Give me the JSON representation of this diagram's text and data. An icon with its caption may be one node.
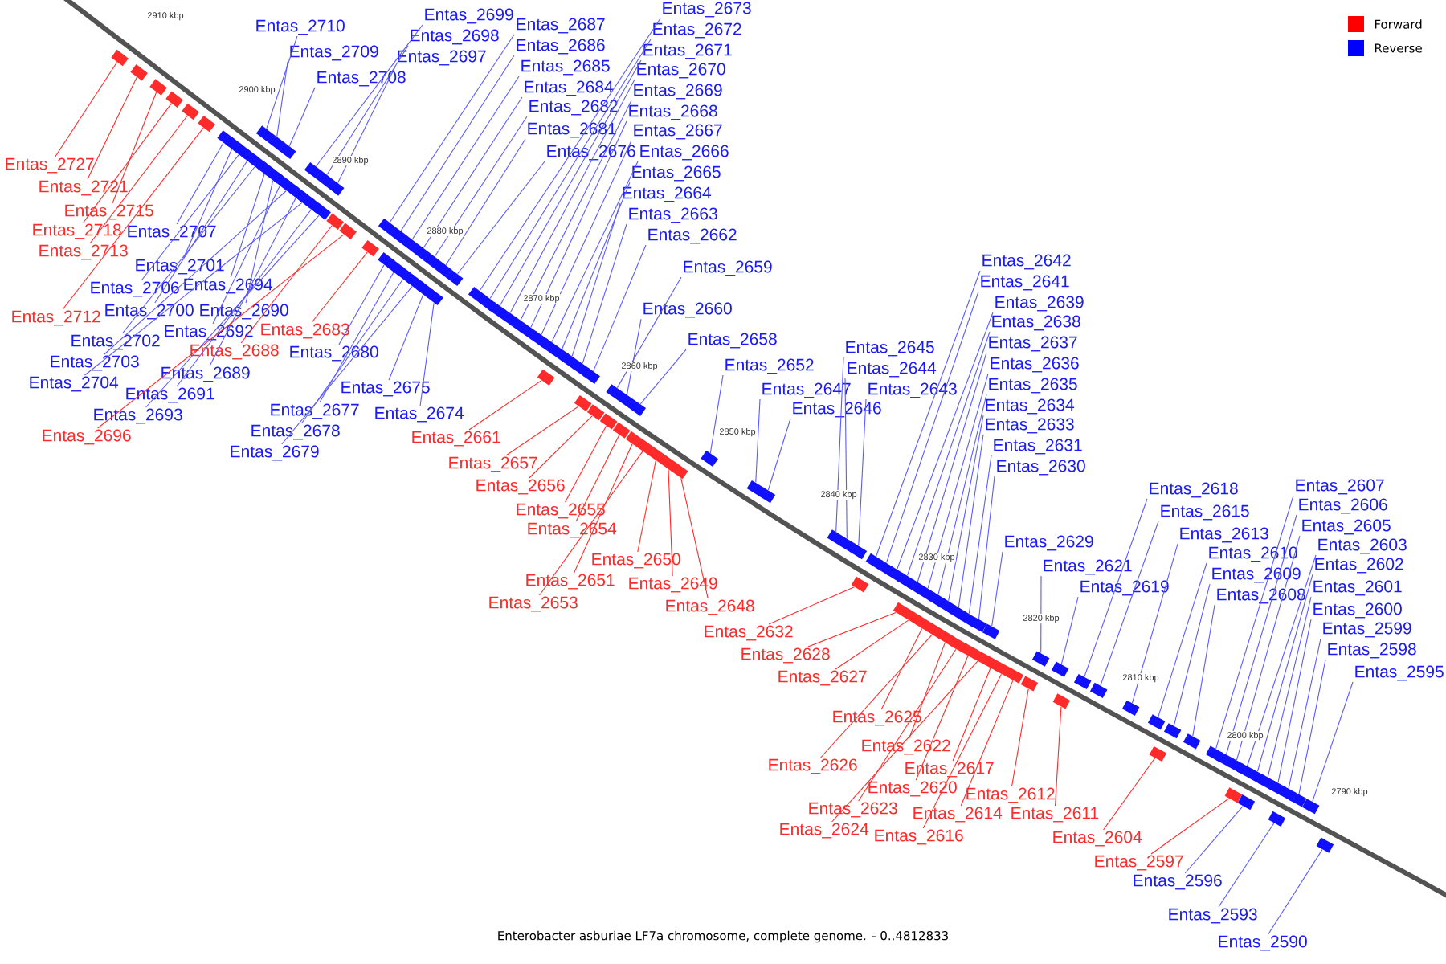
{
  "diagram": {
    "caption": "Enterobacter asburiae LF7a chromosome, complete genome. - 0..4812833",
    "nodes": [
      {
        "text": [
          "Entas_2710"
        ]
      },
      {
        "text": [
          "Entas_2709"
        ]
      },
      {
        "text": [
          "Entas_2708"
        ]
      },
      {
        "text": [
          "Entas_2699"
        ]
      },
      {
        "text": [
          "Entas_2698"
        ]
      },
      {
        "text": [
          "Entas_2697"
        ]
      },
      {
        "text": [
          "Entas_2687"
        ]
      },
      {
        "text": [
          "Entas_2686"
        ]
      },
      {
        "text": [
          "Entas_2685"
        ]
      },
      {
        "text": [
          "Entas_2684"
        ]
      },
      {
        "text": [
          "Entas_2682"
        ]
      },
      {
        "text": [
          "Entas_2681"
        ]
      },
      {
        "text": [
          "Entas_2676"
        ]
      },
      {
        "text": [
          "Entas_2673"
        ]
      },
      {
        "text": [
          "Entas_2672"
        ]
      },
      {
        "text": [
          "Entas_2671"
        ]
      },
      {
        "text": [
          "Entas_2670"
        ]
      },
      {
        "text": [
          "Entas_2669"
        ]
      },
      {
        "text": [
          "Entas_2668"
        ]
      },
      {
        "text": [
          "Entas_2667"
        ]
      },
      {
        "text": [
          "Entas_2666"
        ]
      },
      {
        "text": [
          "Entas_2665"
        ]
      },
      {
        "text": [
          "Entas_2664"
        ]
      },
      {
        "text": [
          "Entas_2663"
        ]
      },
      {
        "text": [
          "Entas_2662"
        ]
      },
      {
        "text": [
          "Entas_2659"
        ]
      },
      {
        "text": [
          "Entas_2660"
        ]
      },
      {
        "text": [
          "Entas_2658"
        ]
      },
      {
        "text": [
          "Entas_2652"
        ]
      },
      {
        "text": [
          "Entas_2645"
        ]
      },
      {
        "text": [
          "Entas_2644"
        ]
      },
      {
        "text": [
          "Entas_2647"
        ]
      },
      {
        "text": [
          "Entas_2643"
        ]
      },
      {
        "text": [
          "Entas_2646"
        ]
      },
      {
        "text": [
          "Entas_2642"
        ]
      },
      {
        "text": [
          "Entas_2641"
        ]
      },
      {
        "text": [
          "Entas_2639"
        ]
      },
      {
        "text": [
          "Entas_2638"
        ]
      },
      {
        "text": [
          "Entas_2637"
        ]
      },
      {
        "text": [
          "Entas_2636"
        ]
      },
      {
        "text": [
          "Entas_2635"
        ]
      },
      {
        "text": [
          "Entas_2634"
        ]
      },
      {
        "text": [
          "Entas_2633"
        ]
      },
      {
        "text": [
          "Entas_2631"
        ]
      },
      {
        "text": [
          "Entas_2630"
        ]
      },
      {
        "text": [
          "Entas_2618"
        ]
      },
      {
        "text": [
          "Entas_2615"
        ]
      },
      {
        "text": [
          "Entas_2613"
        ]
      },
      {
        "text": [
          "Entas_2629"
        ]
      },
      {
        "text": [
          "Entas_2610"
        ]
      },
      {
        "text": [
          "Entas_2621"
        ]
      },
      {
        "text": [
          "Entas_2609"
        ]
      },
      {
        "text": [
          "Entas_2619"
        ]
      },
      {
        "text": [
          "Entas_2608"
        ]
      },
      {
        "text": [
          "Entas_2607"
        ]
      },
      {
        "text": [
          "Entas_2606"
        ]
      },
      {
        "text": [
          "Entas_2605"
        ]
      },
      {
        "text": [
          "Entas_2603"
        ]
      },
      {
        "text": [
          "Entas_2602"
        ]
      },
      {
        "text": [
          "Entas_2601"
        ]
      },
      {
        "text": [
          "Entas_2600"
        ]
      },
      {
        "text": [
          "Entas_2599"
        ]
      },
      {
        "text": [
          "Entas_2598"
        ]
      },
      {
        "text": [
          "Entas_2595"
        ]
      },
      {
        "text": [
          "Entas_2707"
        ]
      },
      {
        "text": [
          "Entas_2701"
        ]
      },
      {
        "text": [
          "Entas_2706"
        ]
      },
      {
        "text": [
          "Entas_2694"
        ]
      },
      {
        "text": [
          "Entas_2700"
        ]
      },
      {
        "text": [
          "Entas_2690"
        ]
      },
      {
        "text": [
          "Entas_2692"
        ]
      },
      {
        "text": [
          "Entas_2702"
        ]
      },
      {
        "text": [
          "Entas_2703"
        ]
      },
      {
        "text": [
          "Entas_2689"
        ]
      },
      {
        "text": [
          "Entas_2704"
        ]
      },
      {
        "text": [
          "Entas_2691"
        ]
      },
      {
        "text": [
          "Entas_2693"
        ]
      },
      {
        "text": [
          "Entas_2680"
        ]
      },
      {
        "text": [
          "Entas_2675"
        ]
      },
      {
        "text": [
          "Entas_2677"
        ]
      },
      {
        "text": [
          "Entas_2674"
        ]
      },
      {
        "text": [
          "Entas_2678"
        ]
      },
      {
        "text": [
          "Entas_2679"
        ]
      },
      {
        "text": [
          "Entas_2596"
        ]
      },
      {
        "text": [
          "Entas_2593"
        ]
      },
      {
        "text": [
          "Entas_2590"
        ]
      },
      {
        "text": [
          "Entas_2727"
        ]
      },
      {
        "text": [
          "Entas_2721"
        ]
      },
      {
        "text": [
          "Entas_2715"
        ]
      },
      {
        "text": [
          "Entas_2718"
        ]
      },
      {
        "text": [
          "Entas_2713"
        ]
      },
      {
        "text": [
          "Entas_2712"
        ]
      },
      {
        "text": [
          "Entas_2683"
        ]
      },
      {
        "text": [
          "Entas_2688"
        ]
      },
      {
        "text": [
          "Entas_2696"
        ]
      },
      {
        "text": [
          "Entas_2661"
        ]
      },
      {
        "text": [
          "Entas_2657"
        ]
      },
      {
        "text": [
          "Entas_2656"
        ]
      },
      {
        "text": [
          "Entas_2655"
        ]
      },
      {
        "text": [
          "Entas_2654"
        ]
      },
      {
        "text": [
          "Entas_2650"
        ]
      },
      {
        "text": [
          "Entas_2651"
        ]
      },
      {
        "text": [
          "Entas_2649"
        ]
      },
      {
        "text": [
          "Entas_2653"
        ]
      },
      {
        "text": [
          "Entas_2648"
        ]
      },
      {
        "text": [
          "Entas_2632"
        ]
      },
      {
        "text": [
          "Entas_2628"
        ]
      },
      {
        "text": [
          "Entas_2627"
        ]
      },
      {
        "text": [
          "Entas_2625"
        ]
      },
      {
        "text": [
          "Entas_2622"
        ]
      },
      {
        "text": [
          "Entas_2626"
        ]
      },
      {
        "text": [
          "Entas_2617"
        ]
      },
      {
        "text": [
          "Entas_2620"
        ]
      },
      {
        "text": [
          "Entas_2612"
        ]
      },
      {
        "text": [
          "Entas_2623"
        ]
      },
      {
        "text": [
          "Entas_2614"
        ]
      },
      {
        "text": [
          "Entas_2611"
        ]
      },
      {
        "text": [
          "Entas_2624"
        ]
      },
      {
        "text": [
          "Entas_2616"
        ]
      },
      {
        "text": [
          "Entas_2604"
        ]
      },
      {
        "text": [
          "Entas_2597"
        ]
      },
      {
        "text": [],
        "shape": "box"
      },
      {
        "text": [],
        "shape": "box"
      },
      {
        "text": [],
        "shape": "box"
      },
      {
        "text": [],
        "shape": "box"
      },
      {
        "text": [],
        "shape": "box"
      },
      {
        "text": [],
        "shape": "box"
      },
      {
        "text": [],
        "shape": "box"
      },
      {
        "text": [],
        "shape": "box"
      },
      {
        "text": [],
        "shape": "box"
      },
      {
        "text": [],
        "shape": "box"
      },
      {
        "text": [],
        "shape": "box"
      },
      {
        "text": [],
        "shape": "box"
      },
      {
        "text": [],
        "shape": "box"
      },
      {
        "text": [],
        "shape": "box"
      },
      {
        "text": [],
        "shape": "box"
      },
      {
        "text": [],
        "shape": "box"
      },
      {
        "text": [],
        "shape": "box"
      },
      {
        "text": [],
        "shape": "box"
      },
      {
        "text": [],
        "shape": "box"
      },
      {
        "text": [],
        "shape": "box"
      },
      {
        "text": [],
        "shape": "box"
      },
      {
        "text": [],
        "shape": "box"
      },
      {
        "text": [],
        "shape": "box"
      },
      {
        "text": [],
        "shape": "box"
      },
      {
        "text": [],
        "shape": "box"
      },
      {
        "text": [],
        "shape": "box"
      },
      {
        "text": [],
        "shape": "box"
      },
      {
        "text": [],
        "shape": "box"
      },
      {
        "text": [],
        "shape": "box"
      },
      {
        "text": [],
        "shape": "box"
      },
      {
        "text": [],
        "shape": "box"
      },
      {
        "text": [],
        "shape": "box"
      },
      {
        "text": [],
        "shape": "box"
      },
      {
        "text": [],
        "shape": "box"
      },
      {
        "text": [],
        "shape": "box"
      },
      {
        "text": [],
        "shape": "box"
      },
      {
        "text": [],
        "shape": "box"
      },
      {
        "text": [],
        "shape": "box"
      },
      {
        "text": [],
        "shape": "box"
      },
      {
        "text": [],
        "shape": "box"
      },
      {
        "text": [],
        "shape": "box"
      },
      {
        "text": [],
        "shape": "box"
      },
      {
        "text": [],
        "shape": "box"
      },
      {
        "text": [],
        "shape": "box"
      },
      {
        "text": [],
        "shape": "box"
      },
      {
        "text": [],
        "shape": "box"
      },
      {
        "text": [],
        "shape": "box"
      },
      {
        "text": [],
        "shape": "box"
      },
      {
        "text": [],
        "shape": "box"
      },
      {
        "text": [],
        "shape": "box"
      },
      {
        "text": [],
        "shape": "box"
      },
      {
        "text": [],
        "shape": "box"
      },
      {
        "text": [],
        "shape": "box"
      },
      {
        "text": [],
        "shape": "box"
      },
      {
        "text": [],
        "shape": "box"
      },
      {
        "text": [],
        "shape": "box"
      },
      {
        "text": [],
        "shape": "box"
      },
      {
        "text": [],
        "shape": "box"
      },
      {
        "text": [],
        "shape": "box"
      },
      {
        "text": [],
        "shape": "box"
      },
      {
        "text": [],
        "shape": "box"
      },
      {
        "text": [],
        "shape": "box"
      },
      {
        "text": [],
        "shape": "box"
      },
      {
        "text": [],
        "shape": "box"
      },
      {
        "text": [],
        "shape": "box"
      },
      {
        "text": [],
        "shape": "box"
      },
      {
        "text": [],
        "shape": "box"
      },
      {
        "text": [],
        "shape": "box"
      },
      {
        "text": [],
        "shape": "box"
      },
      {
        "text": [],
        "shape": "box"
      },
      {
        "text": [],
        "shape": "box"
      },
      {
        "text": [],
        "shape": "box"
      },
      {
        "text": [],
        "shape": "box"
      },
      {
        "text": [],
        "shape": "box"
      },
      {
        "text": [],
        "shape": "box"
      },
      {
        "text": [],
        "shape": "box"
      },
      {
        "text": [],
        "shape": "box"
      },
      {
        "text": [],
        "shape": "box"
      },
      {
        "text": [],
        "shape": "box"
      },
      {
        "text": [],
        "shape": "box"
      },
      {
        "text": [],
        "shape": "box"
      },
      {
        "text": [],
        "shape": "box"
      },
      {
        "text": [],
        "shape": "box"
      },
      {
        "text": [],
        "shape": "box"
      },
      {
        "text": [],
        "shape": "box"
      },
      {
        "text": [],
        "shape": "box"
      },
      {
        "text": [],
        "shape": "box"
      },
      {
        "text": [],
        "shape": "box"
      },
      {
        "text": [],
        "shape": "box"
      },
      {
        "text": [],
        "shape": "box"
      },
      {
        "text": [],
        "shape": "box"
      },
      {
        "text": [],
        "shape": "box"
      },
      {
        "text": [],
        "shape": "box"
      },
      {
        "text": [],
        "shape": "box"
      },
      {
        "text": [],
        "shape": "box"
      },
      {
        "text": [],
        "shape": "box"
      },
      {
        "text": [],
        "shape": "box"
      },
      {
        "text": [],
        "shape": "box"
      },
      {
        "text": [],
        "shape": "box"
      },
      {
        "text": [],
        "shape": "box"
      },
      {
        "text": [],
        "shape": "box"
      },
      {
        "text": [],
        "shape": "box"
      },
      {
        "text": [],
        "shape": "box"
      },
      {
        "text": [],
        "shape": "box"
      },
      {
        "text": [],
        "shape": "box"
      },
      {
        "text": [],
        "shape": "box"
      },
      {
        "text": [],
        "shape": "box"
      },
      {
        "text": [],
        "shape": "box"
      },
      {
        "text": [],
        "shape": "box"
      },
      {
        "text": [],
        "shape": "box"
      },
      {
        "text": [],
        "shape": "box"
      },
      {
        "text": [],
        "shape": "box"
      },
      {
        "text": [],
        "shape": "box"
      },
      {
        "text": [],
        "shape": "box"
      },
      {
        "text": [],
        "shape": "box"
      },
      {
        "text": [],
        "shape": "box"
      },
      {
        "text": [],
        "shape": "box"
      },
      {
        "text": [],
        "shape": "box"
      },
      {
        "text": [],
        "shape": "box"
      },
      {
        "text": [],
        "shape": "box"
      },
      {
        "text": [],
        "shape": "box"
      }
    ],
    "edges": [
      {
        "from": 0,
        "to": 130,
        "arrow": "none"
      },
      {
        "from": 1,
        "to": 133,
        "arrow": "none"
      },
      {
        "from": 2,
        "to": 135,
        "arrow": "none"
      },
      {
        "from": 3,
        "to": 139,
        "arrow": "none"
      },
      {
        "from": 4,
        "to": 142,
        "arrow": "none"
      },
      {
        "from": 5,
        "to": 144,
        "arrow": "none"
      },
      {
        "from": 6,
        "to": 148,
        "arrow": "none"
      },
      {
        "from": 7,
        "to": 150,
        "arrow": "none"
      },
      {
        "from": 8,
        "to": 152,
        "arrow": "none"
      },
      {
        "from": 9,
        "to": 154,
        "arrow": "none"
      },
      {
        "from": 10,
        "to": 156,
        "arrow": "none"
      },
      {
        "from": 11,
        "to": 159,
        "arrow": "none"
      },
      {
        "from": 12,
        "to": 161,
        "arrow": "none"
      },
      {
        "from": 13,
        "to": 162,
        "arrow": "none"
      },
      {
        "from": 14,
        "to": 163,
        "arrow": "none"
      },
      {
        "from": 15,
        "to": 164,
        "arrow": "none"
      },
      {
        "from": 16,
        "to": 165,
        "arrow": "none"
      },
      {
        "from": 17,
        "to": 166,
        "arrow": "none"
      },
      {
        "from": 18,
        "to": 167,
        "arrow": "none"
      },
      {
        "from": 19,
        "to": 168,
        "arrow": "none"
      },
      {
        "from": 20,
        "to": 169,
        "arrow": "none"
      },
      {
        "from": 21,
        "to": 170,
        "arrow": "none"
      },
      {
        "from": 22,
        "to": 172,
        "arrow": "none"
      },
      {
        "from": 23,
        "to": 173,
        "arrow": "none"
      },
      {
        "from": 24,
        "to": 174,
        "arrow": "none"
      },
      {
        "from": 25,
        "to": 177,
        "arrow": "none"
      },
      {
        "from": 26,
        "to": 179,
        "arrow": "none"
      },
      {
        "from": 27,
        "to": 180,
        "arrow": "none"
      },
      {
        "from": 28,
        "to": 187,
        "arrow": "none"
      },
      {
        "from": 29,
        "to": 190,
        "arrow": "none"
      },
      {
        "from": 30,
        "to": 191,
        "arrow": "none"
      },
      {
        "from": 31,
        "to": 188,
        "arrow": "none"
      },
      {
        "from": 32,
        "to": 192,
        "arrow": "none"
      },
      {
        "from": 33,
        "to": 189,
        "arrow": "none"
      },
      {
        "from": 34,
        "to": 193,
        "arrow": "none"
      },
      {
        "from": 35,
        "to": 195,
        "arrow": "none"
      },
      {
        "from": 36,
        "to": 196,
        "arrow": "none"
      },
      {
        "from": 37,
        "to": 197,
        "arrow": "none"
      },
      {
        "from": 38,
        "to": 198,
        "arrow": "none"
      },
      {
        "from": 39,
        "to": 200,
        "arrow": "none"
      },
      {
        "from": 40,
        "to": 202,
        "arrow": "none"
      },
      {
        "from": 41,
        "to": 204,
        "arrow": "none"
      },
      {
        "from": 42,
        "to": 206,
        "arrow": "none"
      },
      {
        "from": 43,
        "to": 208,
        "arrow": "none"
      },
      {
        "from": 44,
        "to": 210,
        "arrow": "none"
      },
      {
        "from": 45,
        "to": 221,
        "arrow": "none"
      },
      {
        "from": 46,
        "to": 222,
        "arrow": "none"
      },
      {
        "from": 47,
        "to": 223,
        "arrow": "none"
      },
      {
        "from": 48,
        "to": 212,
        "arrow": "none"
      },
      {
        "from": 49,
        "to": 224,
        "arrow": "none"
      },
      {
        "from": 50,
        "to": 217,
        "arrow": "none"
      },
      {
        "from": 51,
        "to": 226,
        "arrow": "none"
      },
      {
        "from": 52,
        "to": 219,
        "arrow": "none"
      },
      {
        "from": 53,
        "to": 227,
        "arrow": "none"
      },
      {
        "from": 54,
        "to": 228,
        "arrow": "none"
      },
      {
        "from": 55,
        "to": 229,
        "arrow": "none"
      },
      {
        "from": 56,
        "to": 230,
        "arrow": "none"
      },
      {
        "from": 57,
        "to": 231,
        "arrow": "none"
      },
      {
        "from": 58,
        "to": 233,
        "arrow": "none"
      },
      {
        "from": 59,
        "to": 235,
        "arrow": "none"
      },
      {
        "from": 60,
        "to": 236,
        "arrow": "none"
      },
      {
        "from": 61,
        "to": 237,
        "arrow": "none"
      },
      {
        "from": 62,
        "to": 239,
        "arrow": "none"
      },
      {
        "from": 63,
        "to": 240,
        "arrow": "none"
      },
      {
        "from": 64,
        "to": 127,
        "arrow": "none"
      },
      {
        "from": 65,
        "to": 128,
        "arrow": "none"
      },
      {
        "from": 66,
        "to": 129,
        "arrow": "none"
      },
      {
        "from": 67,
        "to": 134,
        "arrow": "none"
      },
      {
        "from": 68,
        "to": 131,
        "arrow": "none"
      },
      {
        "from": 69,
        "to": 136,
        "arrow": "none"
      },
      {
        "from": 70,
        "to": 137,
        "arrow": "none"
      },
      {
        "from": 71,
        "to": 132,
        "arrow": "none"
      },
      {
        "from": 72,
        "to": 138,
        "arrow": "none"
      },
      {
        "from": 73,
        "to": 140,
        "arrow": "none"
      },
      {
        "from": 74,
        "to": 141,
        "arrow": "none"
      },
      {
        "from": 75,
        "to": 143,
        "arrow": "none"
      },
      {
        "from": 76,
        "to": 145,
        "arrow": "none"
      },
      {
        "from": 77,
        "to": 151,
        "arrow": "none"
      },
      {
        "from": 78,
        "to": 158,
        "arrow": "none"
      },
      {
        "from": 79,
        "to": 153,
        "arrow": "none"
      },
      {
        "from": 80,
        "to": 160,
        "arrow": "none"
      },
      {
        "from": 81,
        "to": 155,
        "arrow": "none"
      },
      {
        "from": 82,
        "to": 157,
        "arrow": "none"
      },
      {
        "from": 83,
        "to": 234,
        "arrow": "none"
      },
      {
        "from": 84,
        "to": 238,
        "arrow": "none"
      },
      {
        "from": 85,
        "to": 241,
        "arrow": "none"
      },
      {
        "from": 86,
        "to": 121,
        "arrow": "none",
        "color": "#ff2a2a"
      },
      {
        "from": 87,
        "to": 122,
        "arrow": "none",
        "color": "#ff2a2a"
      },
      {
        "from": 88,
        "to": 123,
        "arrow": "none",
        "color": "#ff2a2a"
      },
      {
        "from": 89,
        "to": 124,
        "arrow": "none",
        "color": "#ff2a2a"
      },
      {
        "from": 90,
        "to": 125,
        "arrow": "none",
        "color": "#ff2a2a"
      },
      {
        "from": 91,
        "to": 126,
        "arrow": "none",
        "color": "#ff2a2a"
      },
      {
        "from": 92,
        "to": 149,
        "arrow": "none",
        "color": "#ff2a2a"
      },
      {
        "from": 93,
        "to": 146,
        "arrow": "none",
        "color": "#ff2a2a"
      },
      {
        "from": 94,
        "to": 147,
        "arrow": "none",
        "color": "#ff2a2a"
      },
      {
        "from": 95,
        "to": 171,
        "arrow": "none",
        "color": "#ff2a2a"
      },
      {
        "from": 96,
        "to": 175,
        "arrow": "none",
        "color": "#ff2a2a"
      },
      {
        "from": 97,
        "to": 176,
        "arrow": "none",
        "color": "#ff2a2a"
      },
      {
        "from": 98,
        "to": 178,
        "arrow": "none",
        "color": "#ff2a2a"
      },
      {
        "from": 99,
        "to": 181,
        "arrow": "none",
        "color": "#ff2a2a"
      },
      {
        "from": 100,
        "to": 184,
        "arrow": "none",
        "color": "#ff2a2a"
      },
      {
        "from": 101,
        "to": 182,
        "arrow": "none",
        "color": "#ff2a2a"
      },
      {
        "from": 102,
        "to": 185,
        "arrow": "none",
        "color": "#ff2a2a"
      },
      {
        "from": 103,
        "to": 183,
        "arrow": "none",
        "color": "#ff2a2a"
      },
      {
        "from": 104,
        "to": 186,
        "arrow": "none",
        "color": "#ff2a2a"
      },
      {
        "from": 105,
        "to": 194,
        "arrow": "none",
        "color": "#ff2a2a"
      },
      {
        "from": 106,
        "to": 199,
        "arrow": "none",
        "color": "#ff2a2a"
      },
      {
        "from": 107,
        "to": 201,
        "arrow": "none",
        "color": "#ff2a2a"
      },
      {
        "from": 108,
        "to": 203,
        "arrow": "none",
        "color": "#ff2a2a"
      },
      {
        "from": 109,
        "to": 207,
        "arrow": "none",
        "color": "#ff2a2a"
      },
      {
        "from": 110,
        "to": 205,
        "arrow": "none",
        "color": "#ff2a2a"
      },
      {
        "from": 111,
        "to": 214,
        "arrow": "none",
        "color": "#ff2a2a"
      },
      {
        "from": 112,
        "to": 211,
        "arrow": "none",
        "color": "#ff2a2a"
      },
      {
        "from": 113,
        "to": 218,
        "arrow": "none",
        "color": "#ff2a2a"
      },
      {
        "from": 114,
        "to": 209,
        "arrow": "none",
        "color": "#ff2a2a"
      },
      {
        "from": 115,
        "to": 216,
        "arrow": "none",
        "color": "#ff2a2a"
      },
      {
        "from": 116,
        "to": 220,
        "arrow": "none",
        "color": "#ff2a2a"
      },
      {
        "from": 117,
        "to": 213,
        "arrow": "none",
        "color": "#ff2a2a"
      },
      {
        "from": 118,
        "to": 215,
        "arrow": "none",
        "color": "#ff2a2a"
      },
      {
        "from": 119,
        "to": 225,
        "arrow": "none",
        "color": "#ff2a2a"
      },
      {
        "from": 120,
        "to": 232,
        "arrow": "none",
        "color": "#ff2a2a"
      }
    ],
    "labels": [
      "2910 kbp",
      "2900 kbp",
      "2890 kbp",
      "2880 kbp",
      "2870 kbp",
      "2860 kbp",
      "2850 kbp",
      "2840 kbp",
      "2830 kbp",
      "2820 kbp",
      "2810 kbp",
      "2800 kbp",
      "2790 kbp"
    ],
    "legend": [
      {
        "text": "Forward",
        "color": "#ff0000"
      },
      {
        "text": "Reverse",
        "color": "#0000ff"
      }
    ]
  }
}
